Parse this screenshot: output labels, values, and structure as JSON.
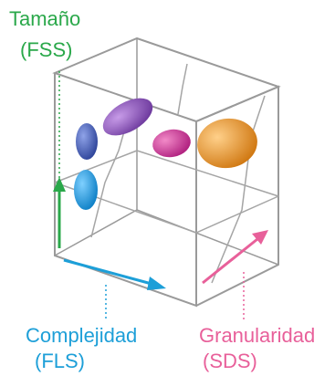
{
  "colors": {
    "size": "#2aa84a",
    "complexity": "#1d9fd8",
    "granularity": "#e8609a",
    "cube_edge": "#9a9a9a",
    "cell_blue": "#3e58b0",
    "cell_purple": "#8a4fb8",
    "cell_magenta": "#cc2f96",
    "cell_orange": "#e89020",
    "cell_cyan": "#1a9ee2"
  },
  "labels": {
    "size_name": "Tamaño",
    "size_code": "(FSS)",
    "complexity_name": "Complejidad",
    "complexity_code": "(FLS)",
    "granularity_name": "Granularidad",
    "granularity_code": "(SDS)"
  },
  "icons": {
    "size_axis": "arrow-up",
    "complexity_axis": "arrow-right",
    "granularity_axis": "arrow-diagonal"
  }
}
